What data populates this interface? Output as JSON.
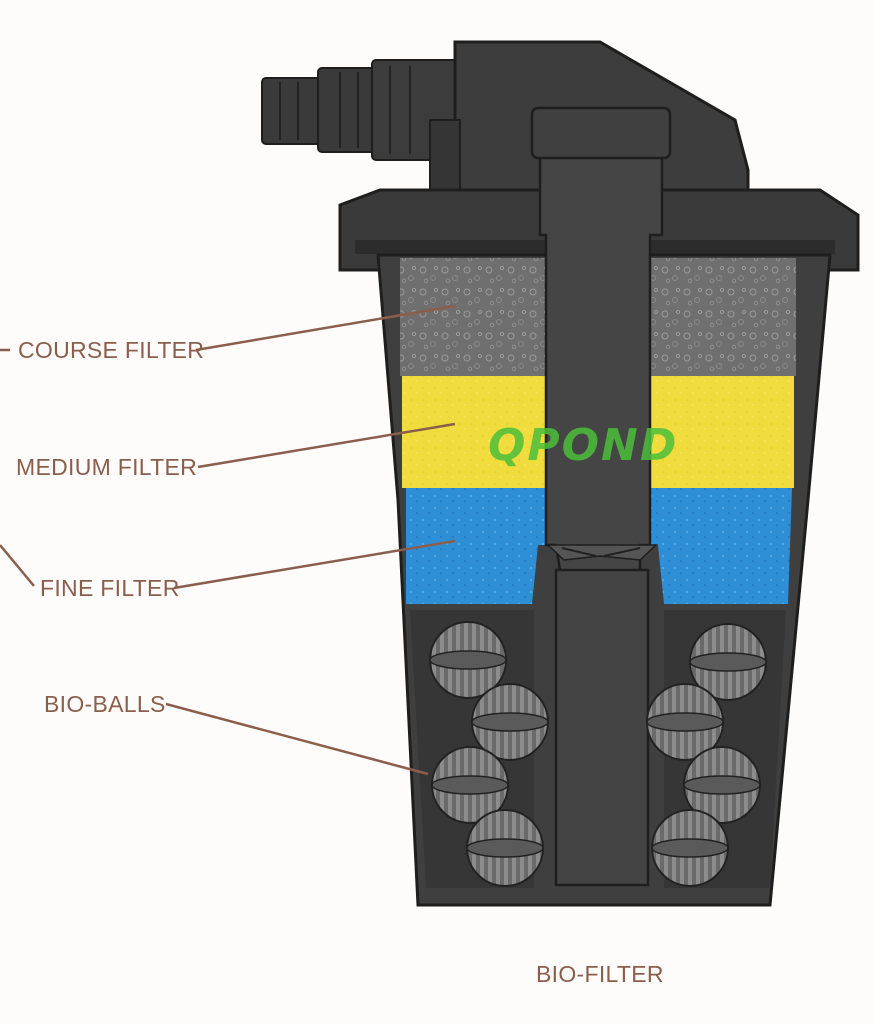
{
  "labels": {
    "course_filter": "COURSE FILTER",
    "medium_filter": "MEDIUM FILTER",
    "fine_filter": "FINE FILTER",
    "bio_balls": "BIO-BALLS",
    "caption": "BIO-FILTER"
  },
  "watermark": "QPOND",
  "colors": {
    "housing": "#3f3f3f",
    "housing_dark": "#2a2a2a",
    "course_foam": "#6f6f6f",
    "medium_foam": "#f0dc3c",
    "fine_foam": "#2f8fd6",
    "label_text": "#8b5e4c",
    "watermark": "#4bbf3a"
  }
}
